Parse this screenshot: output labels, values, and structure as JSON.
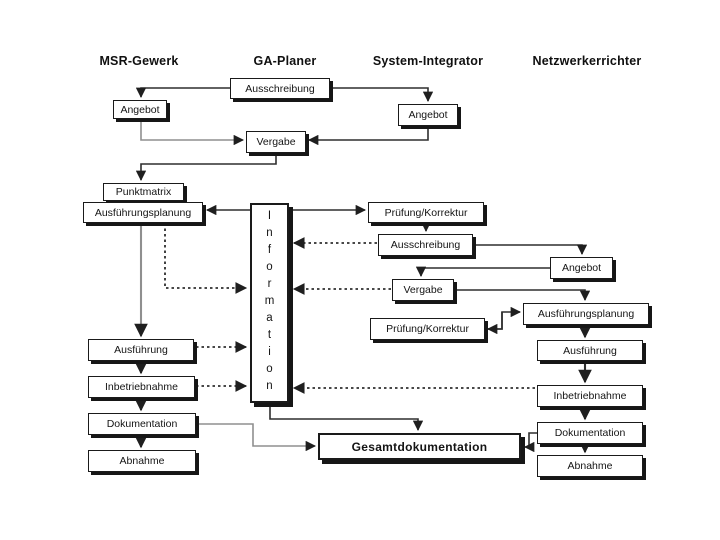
{
  "diagram": {
    "columns": [
      {
        "label": "MSR-Gewerk"
      },
      {
        "label": "GA-Planer"
      },
      {
        "label": "System-Integrator"
      },
      {
        "label": "Netzwerkerrichter"
      }
    ],
    "nodes": {
      "ausschreibung_ga": "Ausschreibung",
      "angebot_msr": "Angebot",
      "angebot_si": "Angebot",
      "vergabe_ga": "Vergabe",
      "punktmatrix": "Punktmatrix",
      "ausfuehrungsplanung_msr": "Ausführungsplanung",
      "information": "Information",
      "pruefung_korrektur_1": "Prüfung/Korrektur",
      "ausschreibung_si": "Ausschreibung",
      "angebot_netz": "Angebot",
      "vergabe_si": "Vergabe",
      "ausfuehrungsplanung_netz": "Ausführungsplanung",
      "pruefung_korrektur_2": "Prüfung/Korrektur",
      "ausfuehrung_netz": "Ausführung",
      "inbetriebnahme_netz": "Inbetriebnahme",
      "dokumentation_netz": "Dokumentation",
      "abnahme_netz": "Abnahme",
      "ausfuehrung_msr": "Ausführung",
      "inbetriebnahme_msr": "Inbetriebnahme",
      "dokumentation_msr": "Dokumentation",
      "abnahme_msr": "Abnahme",
      "gesamtdokumentation": "Gesamtdokumentation"
    },
    "colors": {
      "background": "#ffffff",
      "box_fill": "#ffffff",
      "box_border": "#1a1a1a",
      "shadow": "#161616",
      "line": "#2e2e2e",
      "line_soft": "#8f8f8f",
      "text": "#141414"
    }
  }
}
